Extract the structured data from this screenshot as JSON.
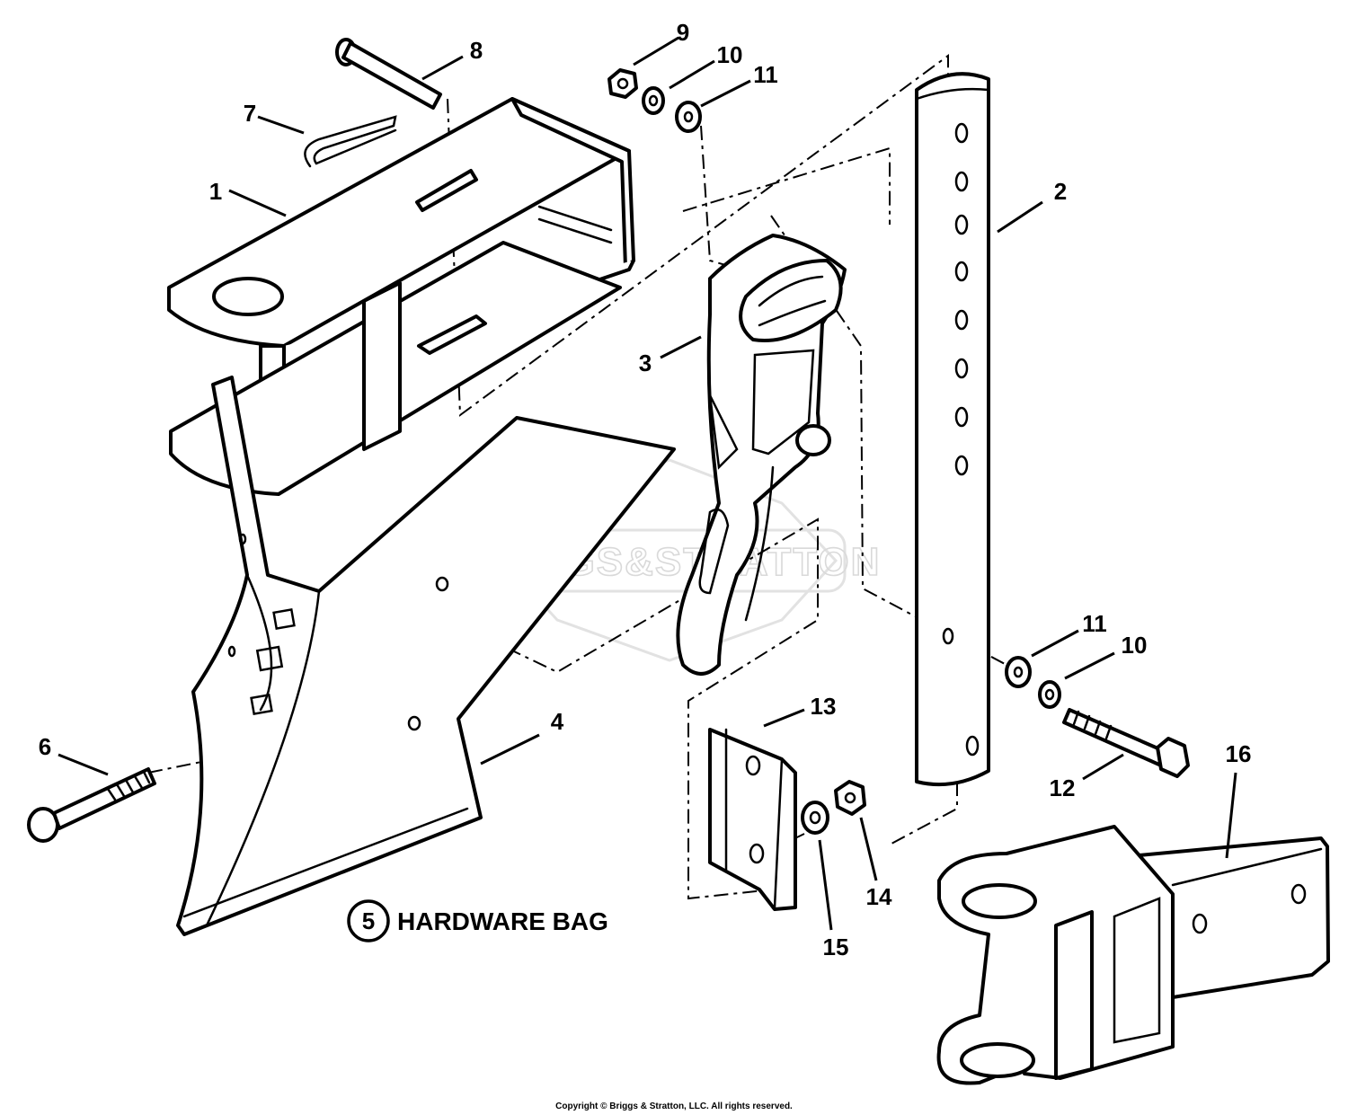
{
  "callouts": [
    "1",
    "2",
    "3",
    "4",
    "5",
    "6",
    "7",
    "8",
    "9",
    "10",
    "11",
    "11",
    "10",
    "12",
    "13",
    "14",
    "15",
    "16"
  ],
  "hardware_bag_label": "HARDWARE BAG",
  "watermark": "BRIGGS&STRATTON",
  "copyright": "Copyright © Briggs & Stratton, LLC. All rights reserved."
}
